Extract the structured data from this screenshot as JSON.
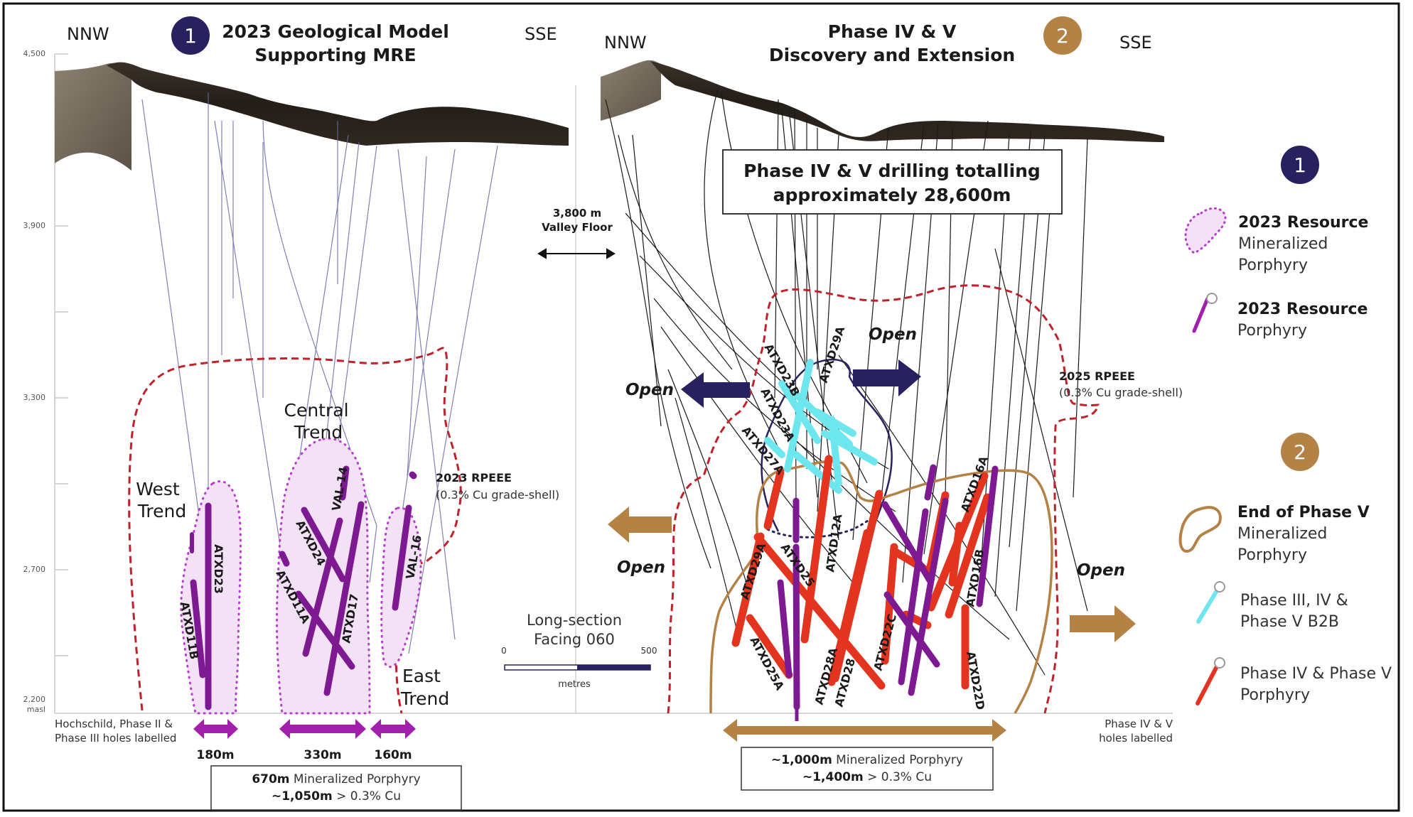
{
  "left_panel": {
    "badge": "1",
    "title_line1": "2023 Geological Model",
    "title_line2": "Supporting MRE",
    "dir_left": "NNW",
    "dir_right": "SSE",
    "y_axis": {
      "ticks": [
        "4,500",
        "3,900",
        "3,300",
        "2,700",
        "2,200"
      ],
      "unit": "masl"
    },
    "trends": {
      "west_1": "West",
      "west_2": "Trend",
      "central_1": "Central",
      "central_2": "Trend",
      "east_1": "East",
      "east_2": "Trend"
    },
    "holes": [
      "ATXD23",
      "ATXD11B",
      "ATXD24",
      "ATXD11A",
      "ATXD17",
      "VAL-14",
      "VAL-16"
    ],
    "rpeee_title": "2023 RPEEE",
    "rpeee_sub": "(0.3% Cu grade-shell)",
    "holes_note_1": "Hochschild, Phase II &",
    "holes_note_2": "Phase III holes labelled",
    "widths": [
      "180m",
      "330m",
      "160m"
    ],
    "summary_bold_1": "670m",
    "summary_rest_1": " Mineralized Porphyry",
    "summary_bold_2": "~1,050m",
    "summary_rest_2": " > 0.3% Cu"
  },
  "center": {
    "valley_1": "3,800 m",
    "valley_2": "Valley Floor",
    "section_1": "Long-section",
    "section_2": "Facing 060",
    "scale_min": "0",
    "scale_max": "500",
    "scale_unit": "metres"
  },
  "right_panel": {
    "badge": "2",
    "title_line1": "Phase IV & V",
    "title_line2": "Discovery and Extension",
    "dir_left": "NNW",
    "dir_right": "SSE",
    "drilling_line1": "Phase IV & V drilling totalling",
    "drilling_line2": "approximately 28,600m",
    "open_labels": [
      "Open",
      "Open",
      "Open",
      "Open"
    ],
    "holes": [
      "ATXD23B",
      "ATXD29A",
      "ATXD23A",
      "ATXD27A",
      "ATXD29A",
      "ATXD25",
      "ATXD12A",
      "ATXD25A",
      "ATXD28A",
      "ATXD28",
      "ATXD22C",
      "ATXD16A",
      "ATXD16B",
      "ATXD22D"
    ],
    "rpeee_title": "2025 RPEEE",
    "rpeee_sub": "(0.3% Cu grade-shell)",
    "holes_note_1": "Phase IV & V",
    "holes_note_2": "holes labelled",
    "summary_bold_1": "~1,000m",
    "summary_rest_1": " Mineralized Porphyry",
    "summary_bold_2": "~1,400m",
    "summary_rest_2": " > 0.3% Cu"
  },
  "legend": {
    "group1_badge": "1",
    "item1_title": "2023 Resource",
    "item1_l2": "Mineralized",
    "item1_l3": "Porphyry",
    "item2_title": "2023 Resource",
    "item2_l2": "Porphyry",
    "group2_badge": "2",
    "item3_title": "End of Phase V",
    "item3_l2": "Mineralized",
    "item3_l3": "Porphyry",
    "item4_l1": "Phase III, IV &",
    "item4_l2": "Phase V B2B",
    "item5_l1": "Phase IV & Phase V",
    "item5_l2": "Porphyry"
  },
  "colors": {
    "navy": "#27215f",
    "bronze": "#b58245",
    "purple": "#8c1fa0",
    "lilac_fill": "#f3e1f5",
    "red": "#e2341f",
    "cyan": "#6ee6ee",
    "rpeee_red": "#c0212b"
  }
}
